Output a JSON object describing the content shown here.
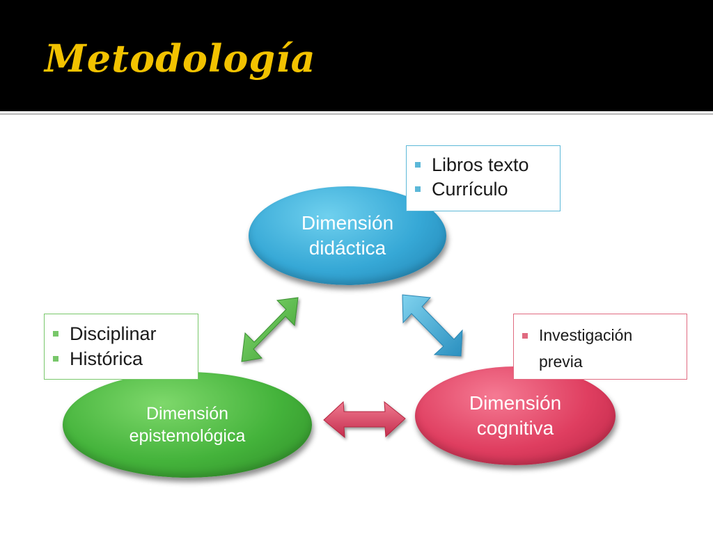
{
  "slide": {
    "title": "Metodología"
  },
  "colors": {
    "title_bar": "#000000",
    "title_text": "#f2c200",
    "didactic": "#36a8d6",
    "cognitive": "#df3e60",
    "epistemic": "#44b33b"
  },
  "nodes": {
    "didactic": {
      "line1": "Dimensión",
      "line2": "didáctica"
    },
    "cognitive": {
      "line1": "Dimensión",
      "line2": "cognitiva"
    },
    "epistemic": {
      "line1": "Dimensión",
      "line2": "epistemológica"
    }
  },
  "boxes": {
    "didactic": {
      "items": [
        "Libros texto",
        "Currículo"
      ]
    },
    "epistemic": {
      "items": [
        "Disciplinar",
        "Histórica"
      ]
    },
    "cognitive": {
      "items": [
        "Investigación previa"
      ]
    }
  }
}
